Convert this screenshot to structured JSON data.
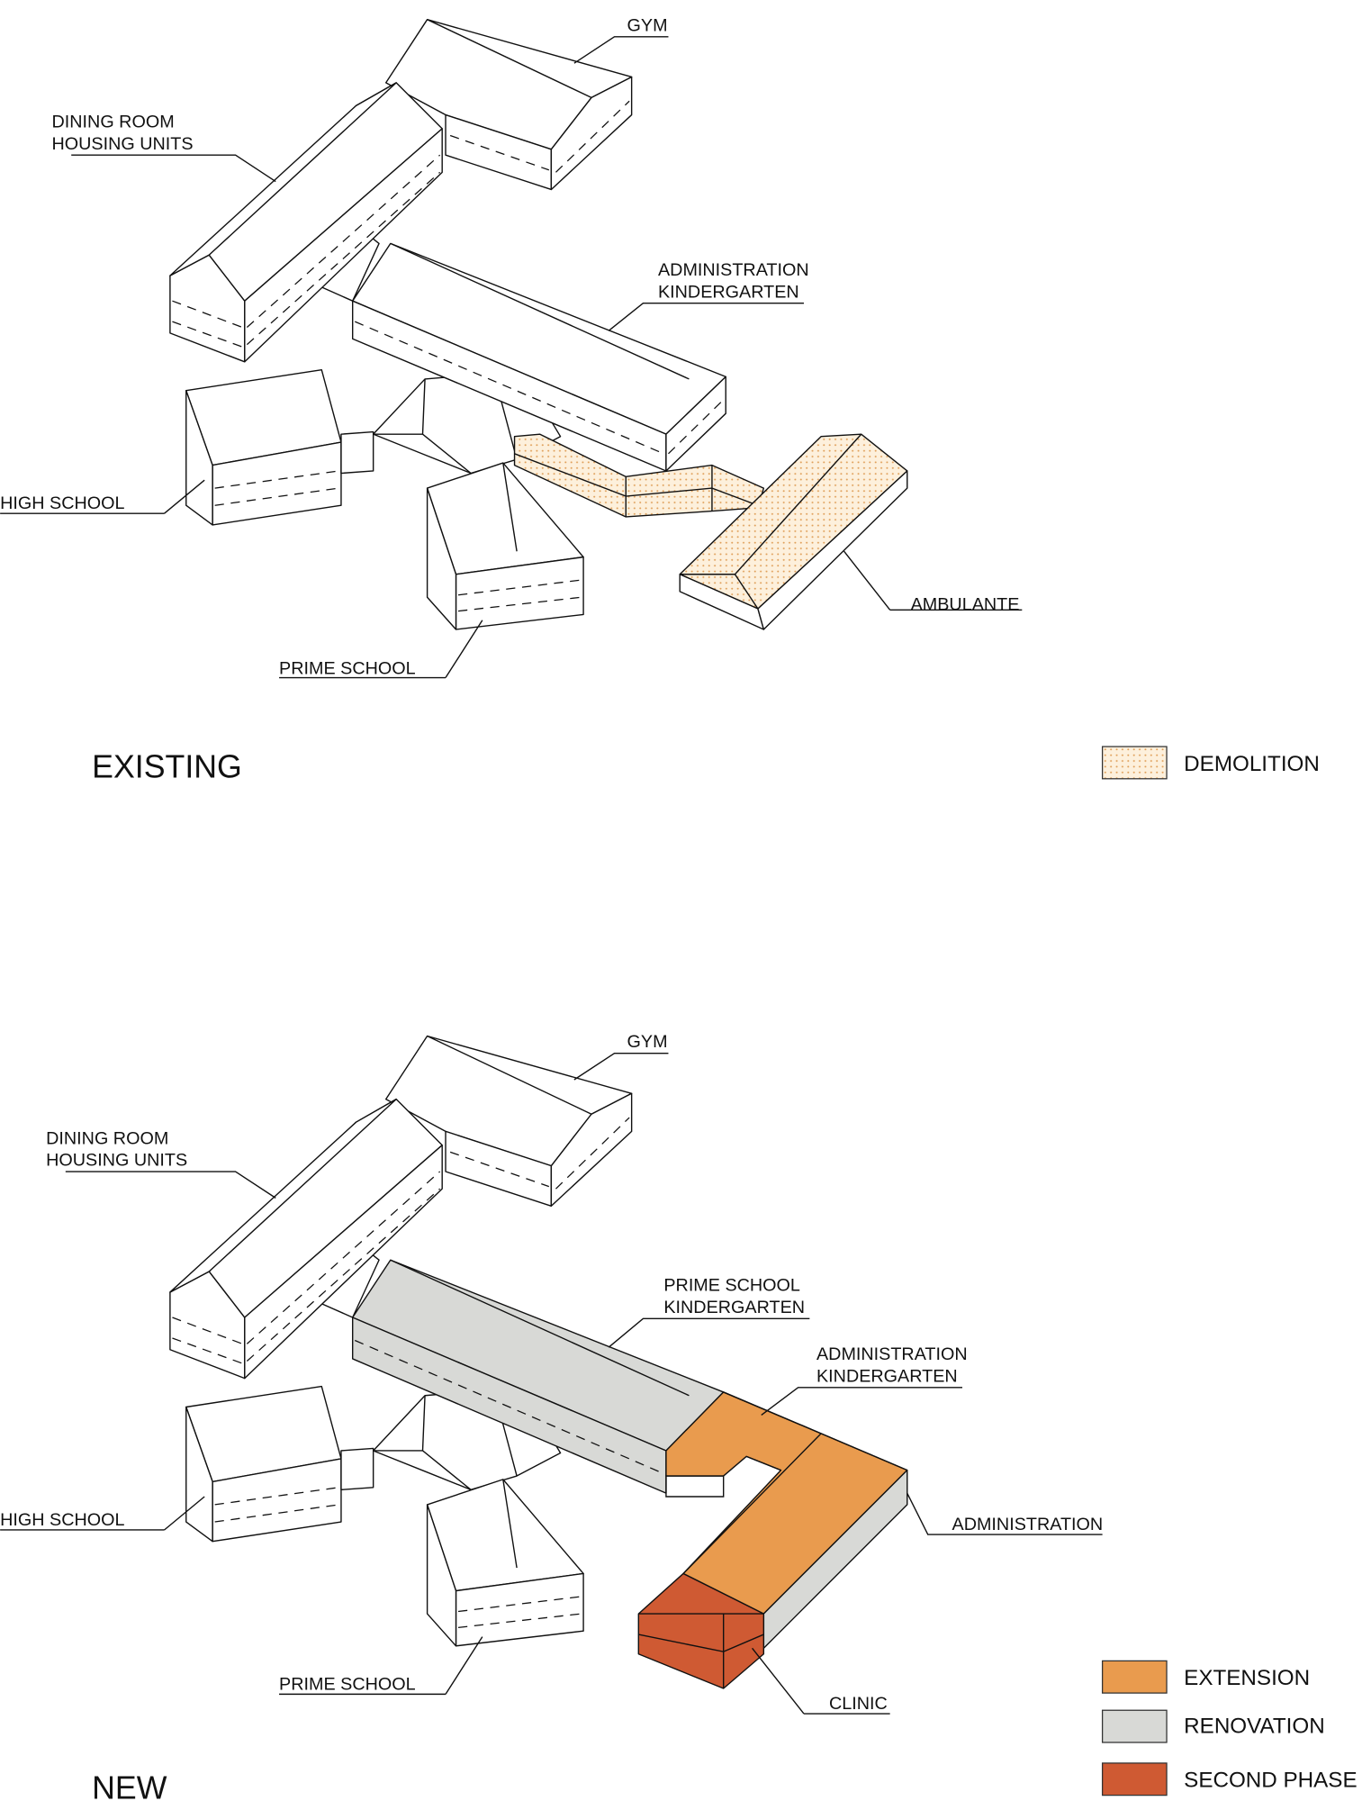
{
  "colors": {
    "demolition": "#fbe6c8",
    "extension": "#e99b4e",
    "renovation": "#d8d9d6",
    "second_phase": "#cf5a33",
    "line": "#111111"
  },
  "existing": {
    "title": "EXISTING",
    "labels": {
      "gym": "GYM",
      "dining_1": "DINING ROOM",
      "dining_2": "HOUSING UNITS",
      "admin_1": "ADMINISTRATION",
      "admin_2": "KINDERGARTEN",
      "high_school": "HIGH SCHOOL",
      "prime_school": "PRIME SCHOOL",
      "ambulante": "AMBULANTE"
    },
    "legend": [
      {
        "label": "DEMOLITION"
      }
    ]
  },
  "new": {
    "title": "NEW",
    "labels": {
      "gym": "GYM",
      "dining_1": "DINING ROOM",
      "dining_2": "HOUSING UNITS",
      "prime_kg_1": "PRIME SCHOOL",
      "prime_kg_2": "KINDERGARTEN",
      "admin_kg_1": "ADMINISTRATION",
      "admin_kg_2": "KINDERGARTEN",
      "administration": "ADMINISTRATION",
      "high_school": "HIGH SCHOOL",
      "prime_school": "PRIME SCHOOL",
      "clinic": "CLINIC"
    },
    "legend": [
      {
        "label": "EXTENSION"
      },
      {
        "label": "RENOVATION"
      },
      {
        "label": "SECOND PHASE"
      }
    ]
  }
}
